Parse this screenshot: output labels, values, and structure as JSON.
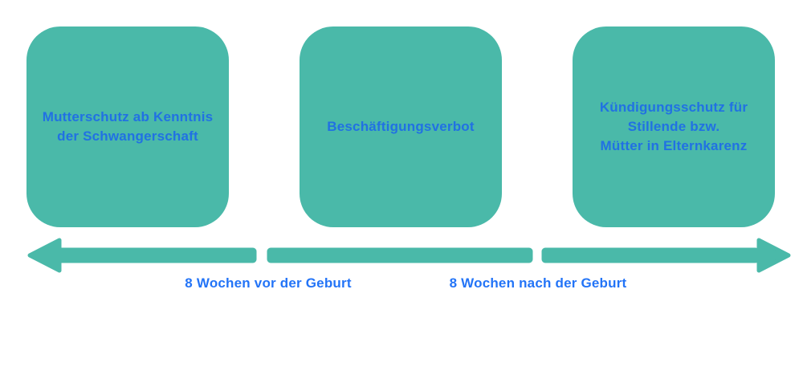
{
  "boxes": [
    {
      "label": "Mutterschutz ab Kenntnis\nder Schwangerschaft"
    },
    {
      "label": "Beschäftigungsverbot"
    },
    {
      "label": "Kündigungsschutz für\nStillende bzw.\nMütter in Elternkarenz"
    }
  ],
  "timeline": {
    "before_label": "8 Wochen vor der Geburt",
    "after_label": "8 Wochen nach der Geburt"
  },
  "colors": {
    "box_background": "#4ab9a9",
    "box_text": "#2171e3",
    "timeline_label_text": "#2374f7",
    "arrow": "#4ab9a9",
    "page_background": "#ffffff"
  }
}
